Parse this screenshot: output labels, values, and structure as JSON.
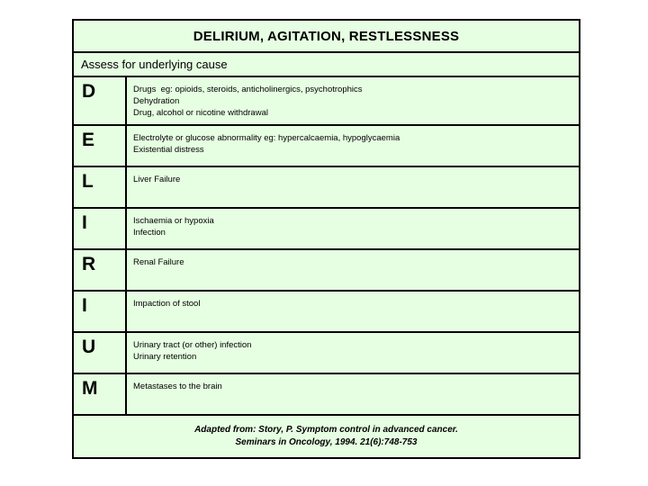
{
  "document": {
    "title": "DELIRIUM, AGITATION, RESTLESSNESS",
    "subtitle": "Assess for underlying cause",
    "colors": {
      "cell_background": "#e6ffe2",
      "border": "#000000",
      "text": "#000000",
      "page_background": "#ffffff"
    },
    "rows": [
      {
        "letter": "D",
        "lines": [
          "Drugs  eg: opioids, steroids, anticholinergics, psychotrophics",
          "Dehydration",
          "Drug, alcohol or nicotine withdrawal"
        ]
      },
      {
        "letter": "E",
        "lines": [
          "Electrolyte or glucose abnormality eg: hypercalcaemia, hypoglycaemia",
          "Existential distress"
        ]
      },
      {
        "letter": "L",
        "lines": [
          "Liver Failure"
        ]
      },
      {
        "letter": "I",
        "lines": [
          "Ischaemia or hypoxia",
          "Infection"
        ]
      },
      {
        "letter": "R",
        "lines": [
          "Renal Failure"
        ]
      },
      {
        "letter": "I",
        "lines": [
          "Impaction of stool"
        ]
      },
      {
        "letter": "U",
        "lines": [
          "Urinary tract (or other) infection",
          "Urinary retention"
        ]
      },
      {
        "letter": "M",
        "lines": [
          "Metastases to the brain"
        ]
      }
    ],
    "footer": {
      "line1": "Adapted from: Story, P. Symptom control in advanced cancer.",
      "line2": "Seminars in Oncology, 1994. 21(6):748-753"
    }
  }
}
